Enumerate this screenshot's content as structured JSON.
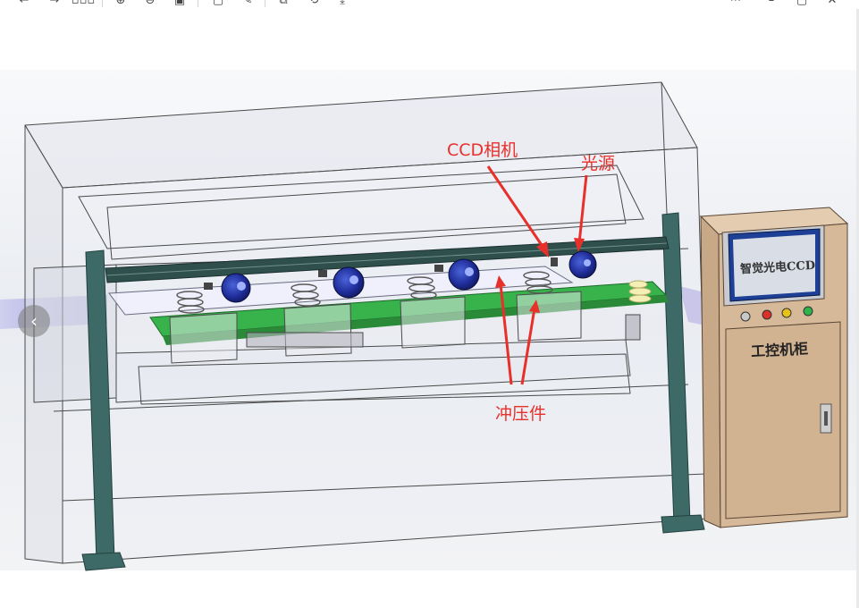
{
  "toolbar": {
    "back_icon": "arrow-left-icon",
    "forward_icon": "arrow-right-icon",
    "thumbnails_icon": "thumbnails-icon",
    "zoom_in_icon": "zoom-in-icon",
    "zoom_out_icon": "zoom-out-icon",
    "fit_icon": "fit-window-icon",
    "crop_icon": "crop-icon",
    "edit_icon": "edit-icon",
    "copy_icon": "copy-icon",
    "rotate_icon": "rotate-icon",
    "download_icon": "download-icon",
    "more_icon": "more-icon",
    "minimize_icon": "minimize-icon",
    "maximize_icon": "maximize-icon",
    "close_icon": "close-icon"
  },
  "navigation": {
    "prev_icon": "chevron-left-icon"
  },
  "annotations": {
    "ccd_camera": "CCD相机",
    "light_source": "光源",
    "stamped_part": "冲压件"
  },
  "cabinet": {
    "screen_text": "智觉光电CCD",
    "cabinet_label": "工控机柜",
    "button_colors": [
      "#c8c8c8",
      "#d9302a",
      "#e8c21a",
      "#2fb24a"
    ]
  },
  "colors": {
    "annotation_red": "#e8302a",
    "cabinet_body": "#d6b998",
    "screen_blue": "#1e3f96",
    "conveyor_green": "#38b24a",
    "camera_blue": "#1f2d9a",
    "frame_green": "#3d6a66"
  }
}
